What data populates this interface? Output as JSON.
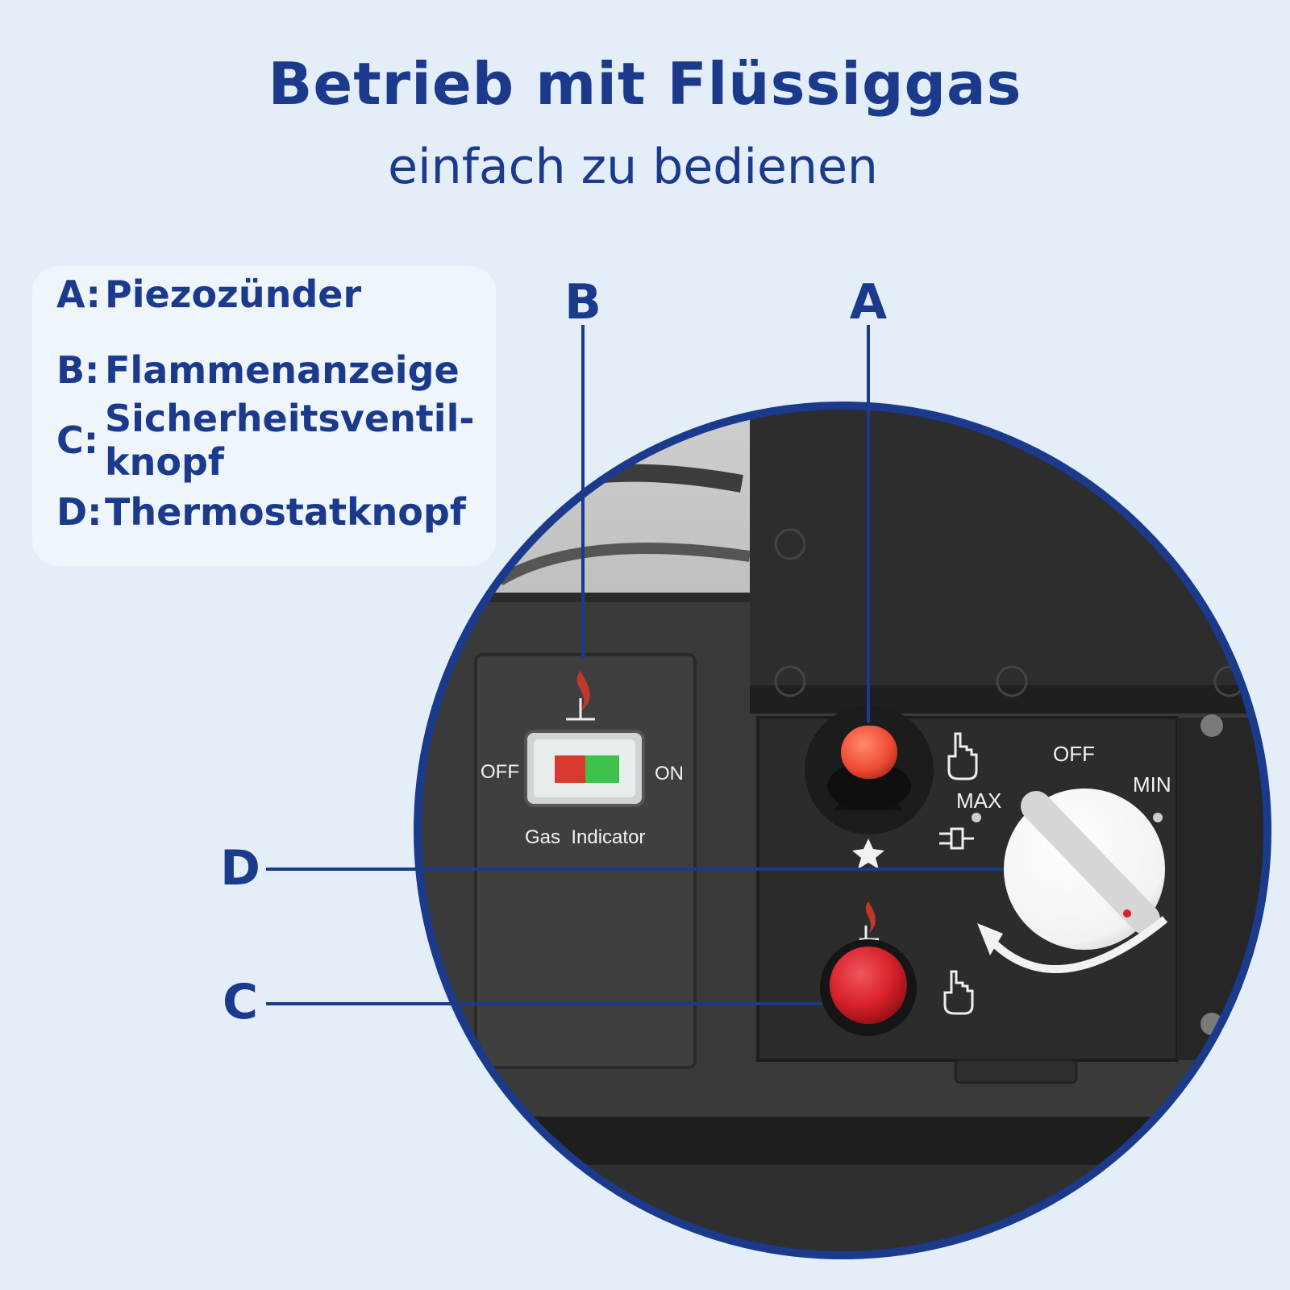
{
  "header": {
    "title": "Betrieb mit Flüssiggas",
    "subtitle": "einfach zu bedienen"
  },
  "legend": [
    {
      "key": "A:",
      "text": "Piezozünder"
    },
    {
      "key": "B:",
      "text": "Flammenanzeige"
    },
    {
      "key": "C:",
      "text": "Sicherheitsventil-\nknopf"
    },
    {
      "key": "D:",
      "text": "Thermostatknopf"
    }
  ],
  "callouts": {
    "a": "A",
    "b": "B",
    "c": "C",
    "d": "D"
  },
  "panel": {
    "gas_off": "OFF",
    "gas_on": "ON",
    "gas_indicator": "Gas  Indicator",
    "knob_off": "OFF",
    "knob_min": "MIN",
    "knob_max": "MAX"
  },
  "colors": {
    "accent": "#1b3a8c",
    "background": "#e3eef8",
    "red_button": "#d8202a",
    "indicator_green": "#3cc24a",
    "indicator_red": "#d83a2e"
  },
  "icons": [
    "flame-icon",
    "hand-press-icon",
    "spark-icon",
    "plug-icon",
    "rotate-arrow-icon"
  ]
}
